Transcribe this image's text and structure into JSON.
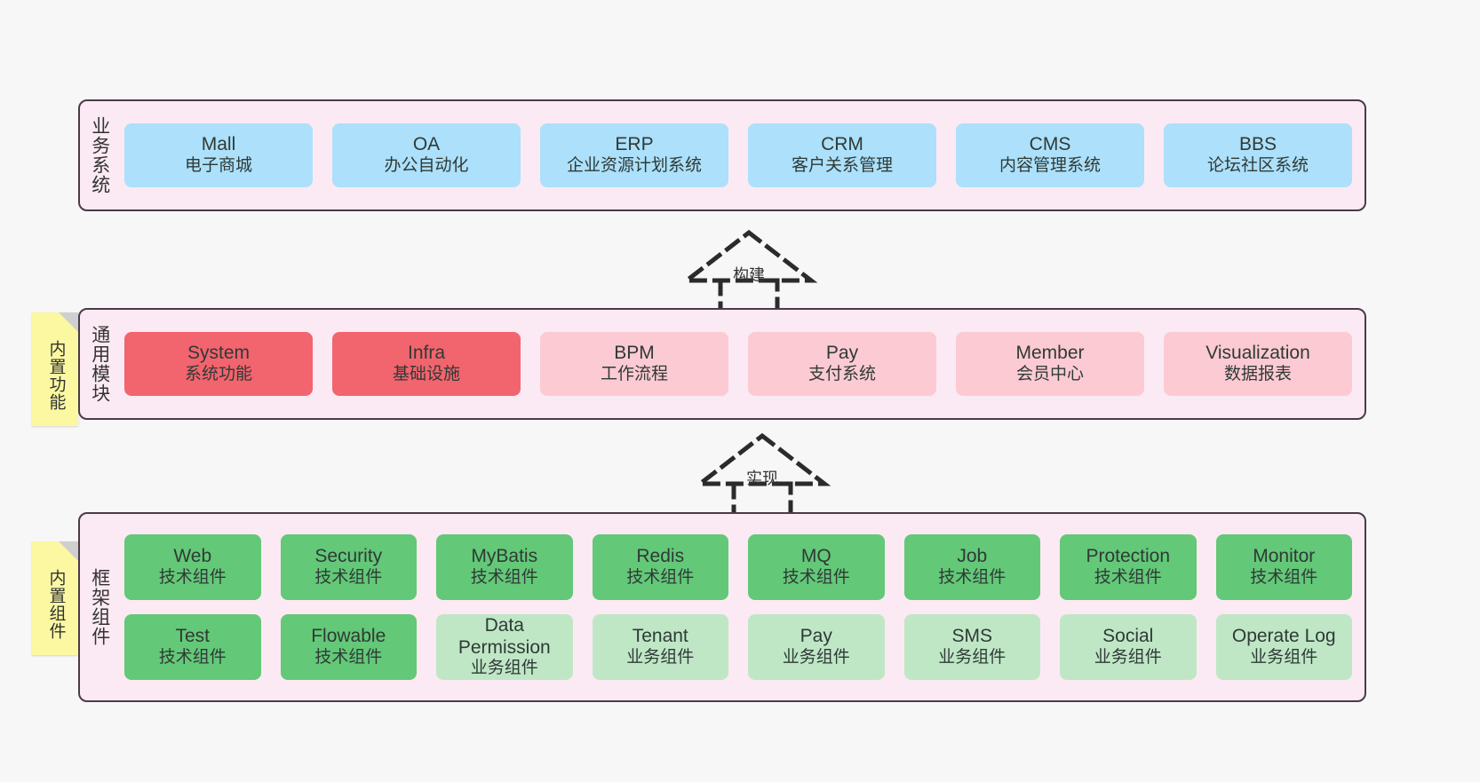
{
  "diagram": {
    "title_text_present": false,
    "colors": {
      "layer_background": "#fbeaf3",
      "layer_border": "#4a3b46",
      "business_card": "#ace0fb",
      "module_core": "#f2646e",
      "module_optional": "#fccad3",
      "component_tech": "#63c878",
      "component_business": "#bfe7c6",
      "sticky_note": "#fbf8a1",
      "page_background": "#f7f7f7"
    }
  },
  "layers": {
    "business": {
      "label": "业务系统",
      "cards": [
        {
          "name": "Mall",
          "desc": "电子商城"
        },
        {
          "name": "OA",
          "desc": "办公自动化"
        },
        {
          "name": "ERP",
          "desc": "企业资源计划系统"
        },
        {
          "name": "CRM",
          "desc": "客户关系管理"
        },
        {
          "name": "CMS",
          "desc": "内容管理系统"
        },
        {
          "name": "BBS",
          "desc": "论坛社区系统"
        }
      ]
    },
    "modules": {
      "label": "通用模块",
      "sticky": "内置功能",
      "cards": [
        {
          "name": "System",
          "desc": "系统功能",
          "variant": "c-red"
        },
        {
          "name": "Infra",
          "desc": "基础设施",
          "variant": "c-red"
        },
        {
          "name": "BPM",
          "desc": "工作流程",
          "variant": "c-pink"
        },
        {
          "name": "Pay",
          "desc": "支付系统",
          "variant": "c-pink"
        },
        {
          "name": "Member",
          "desc": "会员中心",
          "variant": "c-pink"
        },
        {
          "name": "Visualization",
          "desc": "数据报表",
          "variant": "c-pink"
        }
      ]
    },
    "framework": {
      "label": "框架组件",
      "sticky": "内置组件",
      "row1": [
        {
          "name": "Web",
          "desc": "技术组件",
          "variant": "c-green"
        },
        {
          "name": "Security",
          "desc": "技术组件",
          "variant": "c-green"
        },
        {
          "name": "MyBatis",
          "desc": "技术组件",
          "variant": "c-green"
        },
        {
          "name": "Redis",
          "desc": "技术组件",
          "variant": "c-green"
        },
        {
          "name": "MQ",
          "desc": "技术组件",
          "variant": "c-green"
        },
        {
          "name": "Job",
          "desc": "技术组件",
          "variant": "c-green"
        },
        {
          "name": "Protection",
          "desc": "技术组件",
          "variant": "c-green"
        },
        {
          "name": "Monitor",
          "desc": "技术组件",
          "variant": "c-green"
        }
      ],
      "row2": [
        {
          "name": "Test",
          "desc": "技术组件",
          "variant": "c-green"
        },
        {
          "name": "Flowable",
          "desc": "技术组件",
          "variant": "c-green"
        },
        {
          "name": "Data Permission",
          "desc": "业务组件",
          "variant": "c-lightgreen"
        },
        {
          "name": "Tenant",
          "desc": "业务组件",
          "variant": "c-lightgreen"
        },
        {
          "name": "Pay",
          "desc": "业务组件",
          "variant": "c-lightgreen"
        },
        {
          "name": "SMS",
          "desc": "业务组件",
          "variant": "c-lightgreen"
        },
        {
          "name": "Social",
          "desc": "业务组件",
          "variant": "c-lightgreen"
        },
        {
          "name": "Operate Log",
          "desc": "业务组件",
          "variant": "c-lightgreen"
        }
      ]
    }
  },
  "connectors": [
    {
      "id": "build",
      "label": "构建",
      "from": "通用模块",
      "to": "业务系统"
    },
    {
      "id": "realize",
      "label": "实现",
      "from": "框架组件",
      "to": "通用模块"
    }
  ]
}
